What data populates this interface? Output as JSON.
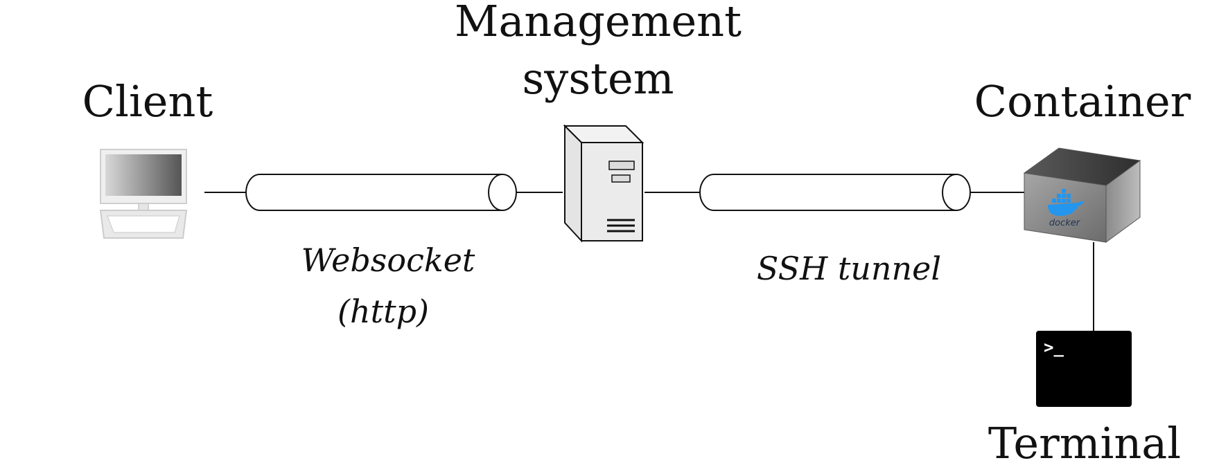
{
  "nodes": {
    "client": {
      "label": "Client",
      "icon": "laptop-icon"
    },
    "management": {
      "label_line1": "Management",
      "label_line2": "system",
      "icon": "server-tower-icon"
    },
    "container": {
      "label": "Container",
      "icon": "docker-container-icon",
      "logo_text": "docker"
    },
    "terminal": {
      "label": "Terminal",
      "icon": "terminal-icon",
      "prompt": ">_"
    }
  },
  "links": {
    "websocket": {
      "label_line1": "Websocket",
      "label_line2": "(http)"
    },
    "ssh": {
      "label": "SSH tunnel"
    }
  },
  "colors": {
    "line": "#111111",
    "terminal_bg": "#000000",
    "docker_blue": "#2496ed"
  }
}
